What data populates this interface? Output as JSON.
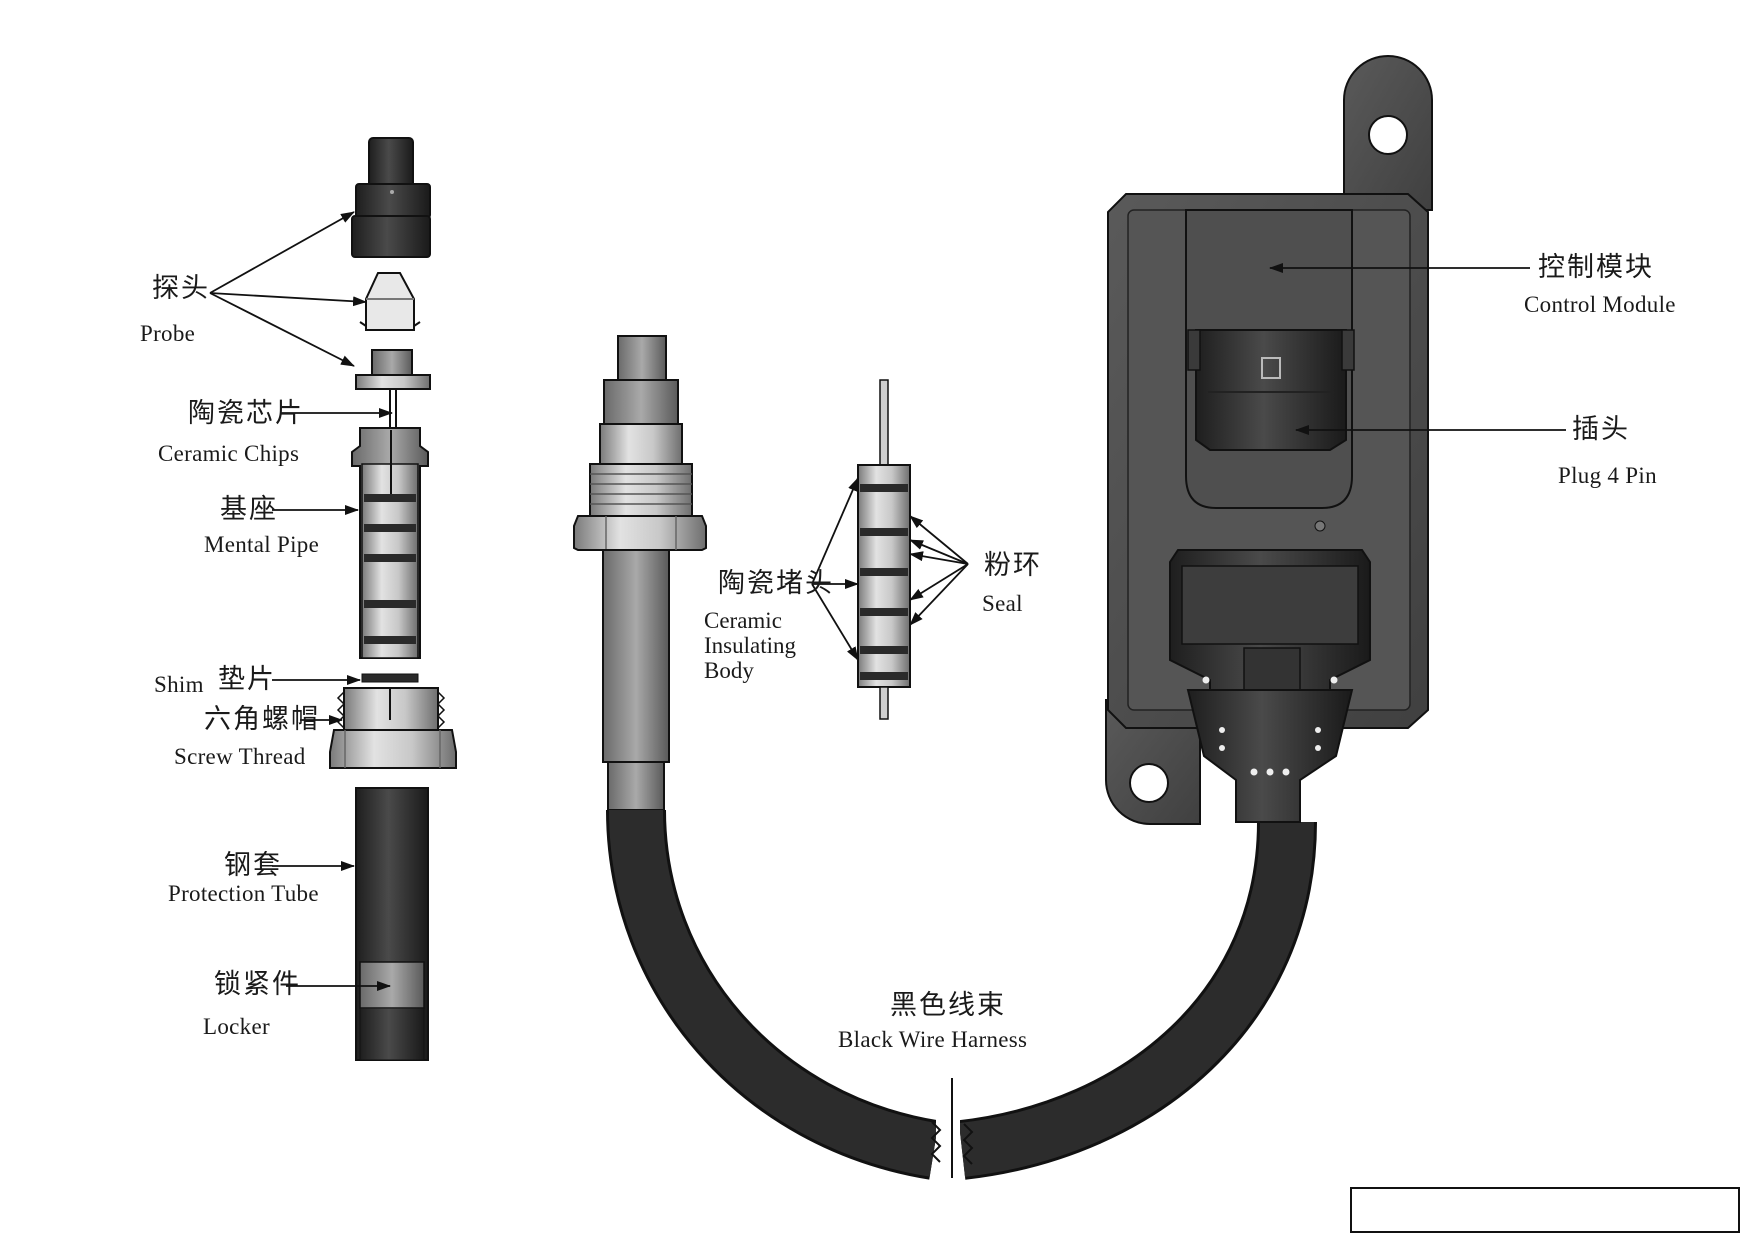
{
  "labels": {
    "probe": {
      "zh": "探头",
      "en": "Probe"
    },
    "ceramic_chips": {
      "zh": "陶瓷芯片",
      "en": "Ceramic Chips"
    },
    "base": {
      "zh": "基座",
      "en": "Mental Pipe"
    },
    "shim": {
      "en": "Shim",
      "zh": "垫片"
    },
    "hex_nut": {
      "zh": "六角螺帽",
      "en": "Screw Thread"
    },
    "steel_sleeve": {
      "zh": "钢套",
      "en": "Protection Tube"
    },
    "locker": {
      "zh": "锁紧件",
      "en": "Locker"
    },
    "ceramic_plug": {
      "zh": "陶瓷堵头",
      "en": "Ceramic\nInsulating\nBody"
    },
    "powder_ring": {
      "zh": "粉环",
      "en": "Seal"
    },
    "control_module": {
      "zh": "控制模块",
      "en": "Control Module"
    },
    "plug": {
      "zh": "插头",
      "en": "Plug 4 Pin"
    },
    "wire_harness": {
      "zh": "黑色线束",
      "en": "Black Wire Harness"
    }
  },
  "colors": {
    "line": "#111111",
    "dark_body": "#2f2f2f",
    "module_body": "#4b4b4b",
    "module_face": "#585858",
    "metal_light": "#d4d4d4",
    "metal_mid": "#9a9a9a",
    "cable": "#262626"
  }
}
